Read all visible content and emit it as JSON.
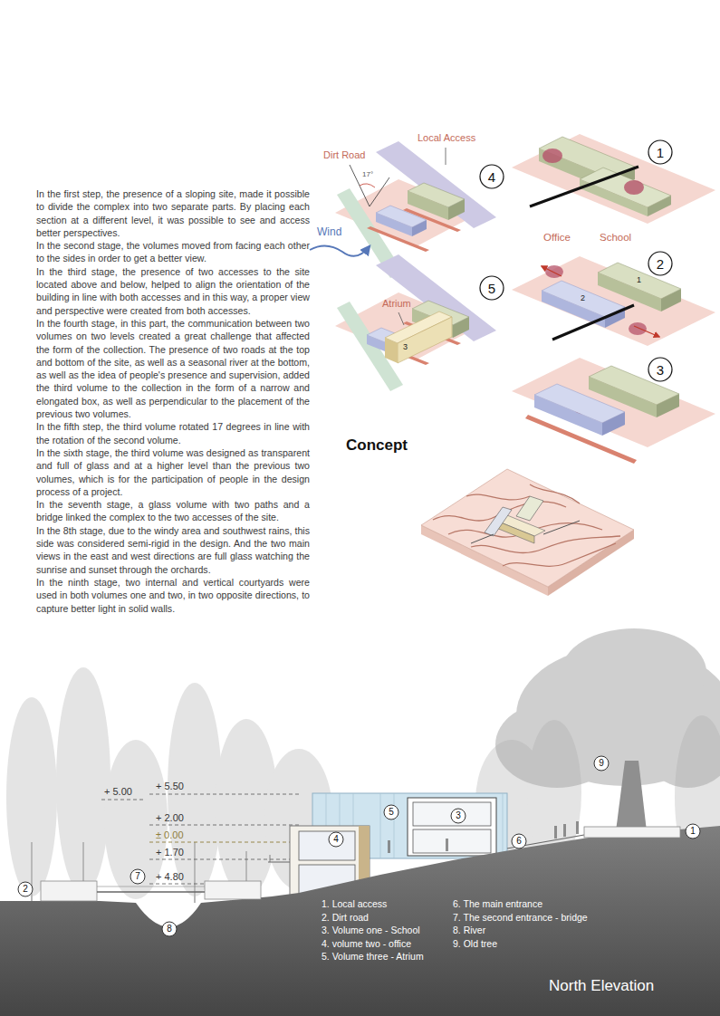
{
  "diagram": {
    "nodes": [
      {
        "text": [
          "1"
        ]
      },
      {
        "text": [
          "4"
        ]
      },
      {
        "text": [
          "2"
        ]
      },
      {
        "text": [
          "5"
        ]
      },
      {
        "text": [
          "3"
        ]
      },
      {
        "text": [
          "9"
        ]
      },
      {
        "text": [
          "5"
        ]
      },
      {
        "text": [
          "3"
        ]
      },
      {
        "text": [
          "1"
        ]
      },
      {
        "text": [
          "4"
        ]
      },
      {
        "text": [
          "6"
        ]
      },
      {
        "text": [
          "7"
        ]
      },
      {
        "text": [
          "2"
        ]
      },
      {
        "text": [
          "8"
        ]
      }
    ],
    "labels": [
      "In the first step, the presence of a sloping site, made it possible to divide the complex into two separate parts. By placing each section at a different level, it was possible to see and access better perspectives.",
      "In the second stage, the volumes moved from facing each other to the sides in order to get a better view.",
      "In the third stage, the presence of two accesses to the site located above and below, helped to align the orientation of the building in line with both accesses and in this way, a proper view and perspective were created from both accesses.",
      "In the fourth stage, in this part, the communication between two volumes on two levels created a great challenge that affected the form of the collection. The presence of two roads at the top and bottom of the site, as well as a seasonal river at the bottom, as well as the idea of people's presence and supervision, added the third volume to the collection in the form of a narrow and elongated box, as well as perpendicular to the placement of the previous two volumes.",
      "In the fifth step, the third volume rotated 17 degrees in line with the rotation of the second volume.",
      "In the sixth stage, the third volume was designed as transparent and full of glass and at a higher level than the previous two volumes, which is for the participation of people in the design process of a project.",
      "In the seventh stage, a glass volume with two paths and a bridge linked the complex to the two accesses of the site.",
      "In the 8th stage, due to the windy area and southwest rains, this side was considered semi-rigid in the design. And the two main views in the east and west directions are full glass watching the sunrise and sunset through the orchards.",
      "In the ninth stage, two internal and vertical courtyards were used in both volumes one and two, in two opposite directions, to capture better light in solid walls.",
      "Dirt Road",
      "Local Access",
      "17°",
      "Wind",
      "Office",
      "School",
      "2",
      "1",
      "Atrium",
      "3",
      "Concept",
      "+ 5.00",
      "+ 5.50",
      "+ 2.00",
      "± 0.00",
      "+ 1.70",
      "+ 4.80",
      "1. Local access",
      "2. Dirt road",
      "3. Volume one - School",
      "4. volume two - office",
      "5. Volume three - Atrium",
      "6. The main entrance",
      "7. The second entrance - bridge",
      "8. River",
      "9. Old tree",
      "North Elevation"
    ]
  }
}
